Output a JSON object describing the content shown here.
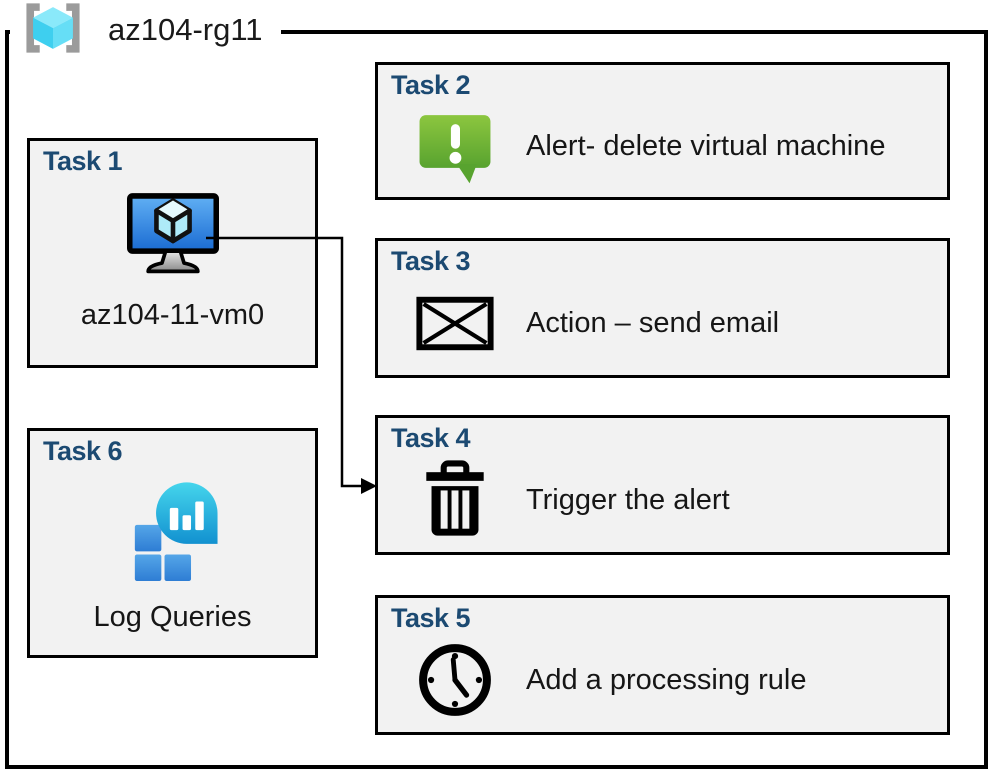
{
  "resource_group": {
    "title": "az104-rg11",
    "icon": "resource-group-icon"
  },
  "tasks": [
    {
      "label": "Task 1",
      "text": "az104-11-vm0",
      "icon": "virtual-machine-icon"
    },
    {
      "label": "Task 2",
      "text": "Alert- delete virtual machine",
      "icon": "alert-icon"
    },
    {
      "label": "Task 3",
      "text": "Action – send email",
      "icon": "email-icon"
    },
    {
      "label": "Task 4",
      "text": "Trigger the alert",
      "icon": "trash-icon"
    },
    {
      "label": "Task 5",
      "text": "Add a processing rule",
      "icon": "clock-icon"
    },
    {
      "label": "Task 6",
      "text": "Log Queries",
      "icon": "log-queries-icon"
    }
  ],
  "connector": {
    "from": "task-1-virtual-machine",
    "to": "task-4",
    "style": "elbow-arrow"
  },
  "colors": {
    "task_header_blue": "#1C4A72",
    "box_fill": "#F2F2F2",
    "outline_black": "#000000",
    "alert_green_top": "#8CC63F",
    "alert_green_bottom": "#58A32F",
    "vm_screen_blue_top": "#61B0F4",
    "vm_screen_blue_bottom": "#1A6BD2",
    "log_balloon_teal_top": "#45D5EC",
    "log_balloon_teal_bottom": "#1291D0",
    "log_squares_blue": "#3B8DDE",
    "rg_cube_cyan": "#50DBF5",
    "bracket_gray": "#9B9B9B"
  }
}
